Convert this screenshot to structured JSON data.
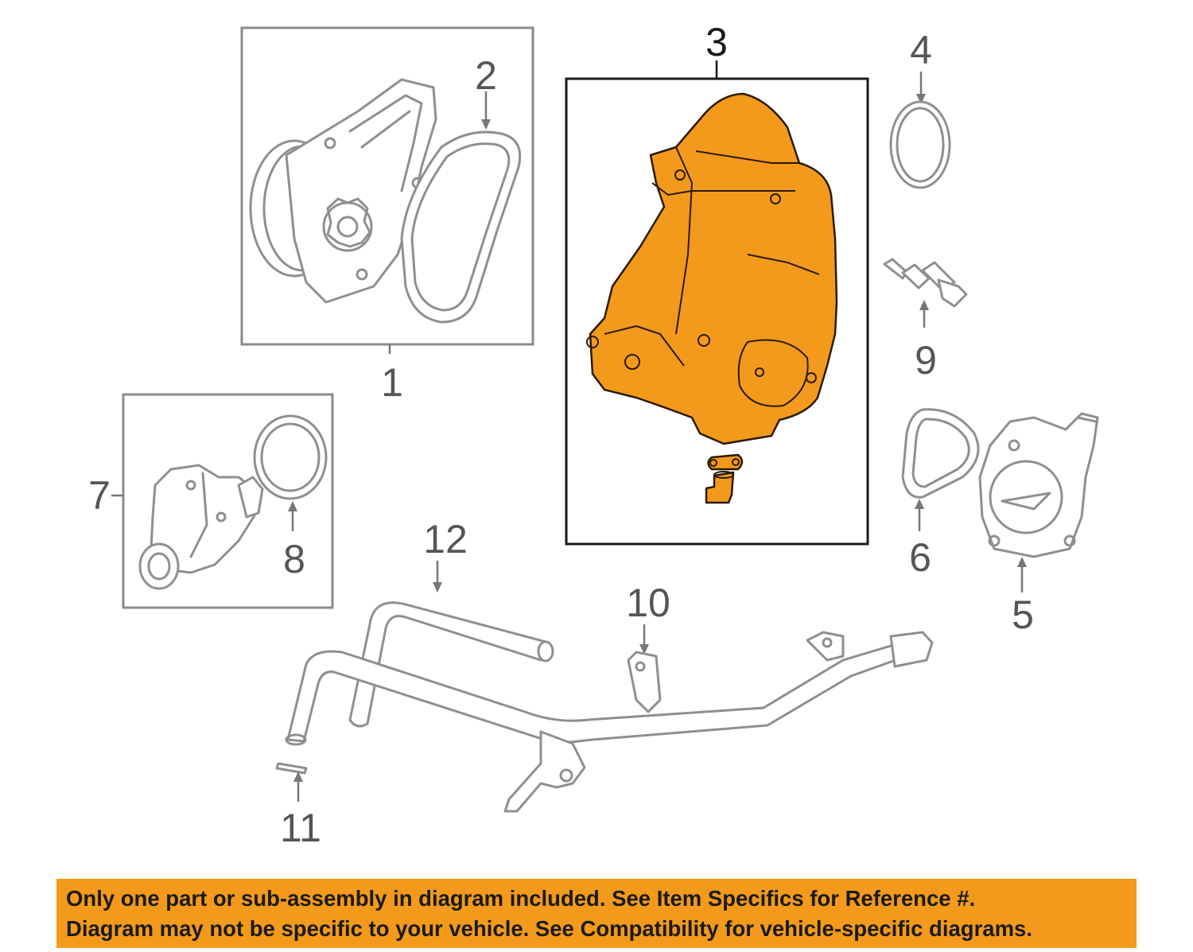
{
  "callouts": {
    "c1": "1",
    "c2": "2",
    "c3": "3",
    "c4": "4",
    "c5": "5",
    "c6": "6",
    "c7": "7",
    "c8": "8",
    "c9": "9",
    "c10": "10",
    "c11": "11",
    "c12": "12"
  },
  "highlighted_part": "3",
  "colors": {
    "highlight": "#f39a1c",
    "outline": "#8f8f8f",
    "banner": "#f39a1c"
  },
  "notice": {
    "line1": "Only one part or sub-assembly in diagram included. See Item Specifics for Reference #.",
    "line2": "Diagram may not be specific to your vehicle. See Compatibility for vehicle-specific diagrams."
  }
}
